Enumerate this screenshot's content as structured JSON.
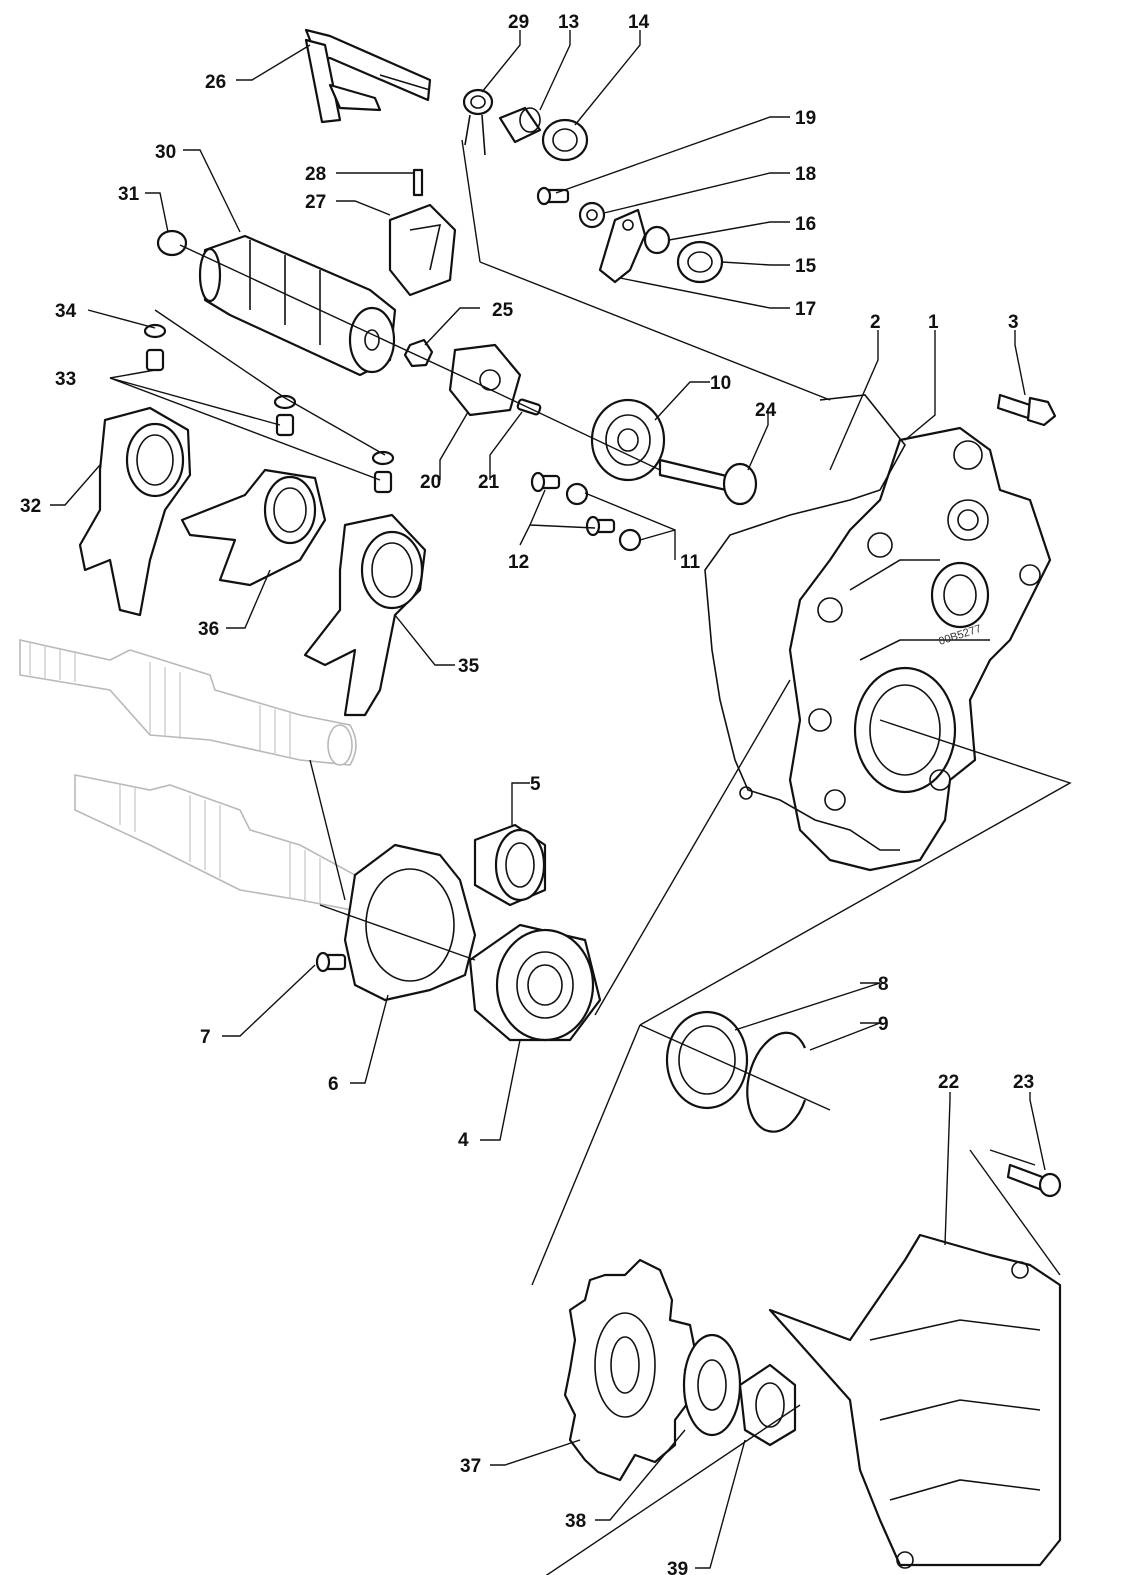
{
  "diagram": {
    "casting_stamp": "00B5277",
    "callouts": [
      {
        "id": "c1",
        "label": "1"
      },
      {
        "id": "c2",
        "label": "2"
      },
      {
        "id": "c3",
        "label": "3"
      },
      {
        "id": "c4",
        "label": "4"
      },
      {
        "id": "c5",
        "label": "5"
      },
      {
        "id": "c6",
        "label": "6"
      },
      {
        "id": "c7",
        "label": "7"
      },
      {
        "id": "c8",
        "label": "8"
      },
      {
        "id": "c9",
        "label": "9"
      },
      {
        "id": "c10",
        "label": "10"
      },
      {
        "id": "c11",
        "label": "11"
      },
      {
        "id": "c12",
        "label": "12"
      },
      {
        "id": "c13",
        "label": "13"
      },
      {
        "id": "c14",
        "label": "14"
      },
      {
        "id": "c15",
        "label": "15"
      },
      {
        "id": "c16",
        "label": "16"
      },
      {
        "id": "c17",
        "label": "17"
      },
      {
        "id": "c18",
        "label": "18"
      },
      {
        "id": "c19",
        "label": "19"
      },
      {
        "id": "c20",
        "label": "20"
      },
      {
        "id": "c21",
        "label": "21"
      },
      {
        "id": "c22",
        "label": "22"
      },
      {
        "id": "c23",
        "label": "23"
      },
      {
        "id": "c24",
        "label": "24"
      },
      {
        "id": "c25",
        "label": "25"
      },
      {
        "id": "c26",
        "label": "26"
      },
      {
        "id": "c27",
        "label": "27"
      },
      {
        "id": "c28",
        "label": "28"
      },
      {
        "id": "c29",
        "label": "29"
      },
      {
        "id": "c30",
        "label": "30"
      },
      {
        "id": "c31",
        "label": "31"
      },
      {
        "id": "c32",
        "label": "32"
      },
      {
        "id": "c33",
        "label": "33"
      },
      {
        "id": "c34",
        "label": "34"
      },
      {
        "id": "c35",
        "label": "35"
      },
      {
        "id": "c36",
        "label": "36"
      },
      {
        "id": "c37",
        "label": "37"
      },
      {
        "id": "c38",
        "label": "38"
      },
      {
        "id": "c39",
        "label": "39"
      }
    ]
  }
}
